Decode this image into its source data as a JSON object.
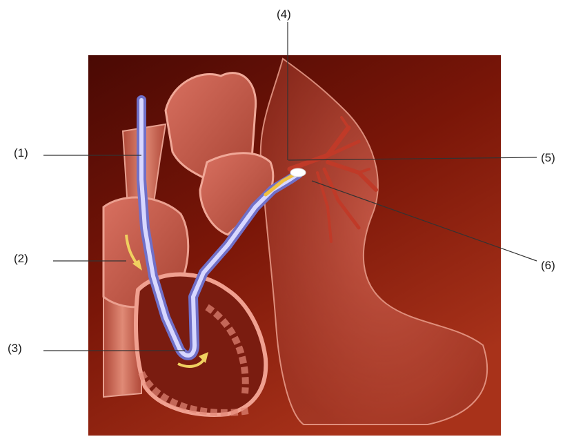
{
  "diagram": {
    "callouts": [
      {
        "id": "1",
        "label": "(1)"
      },
      {
        "id": "2",
        "label": "(2)"
      },
      {
        "id": "3",
        "label": "(3)"
      },
      {
        "id": "4",
        "label": "(4)"
      },
      {
        "id": "5",
        "label": "(5)"
      },
      {
        "id": "6",
        "label": "(6)"
      }
    ]
  },
  "colors": {
    "background_dark": "#5a0c05",
    "background_mid": "#8c1c0c",
    "tissue": "#c8604c",
    "tissue_light": "#e49080",
    "catheter": "#b8b8f0",
    "balloon": "#ffffff",
    "arrow": "#f0d060",
    "leader_line": "#333333"
  }
}
